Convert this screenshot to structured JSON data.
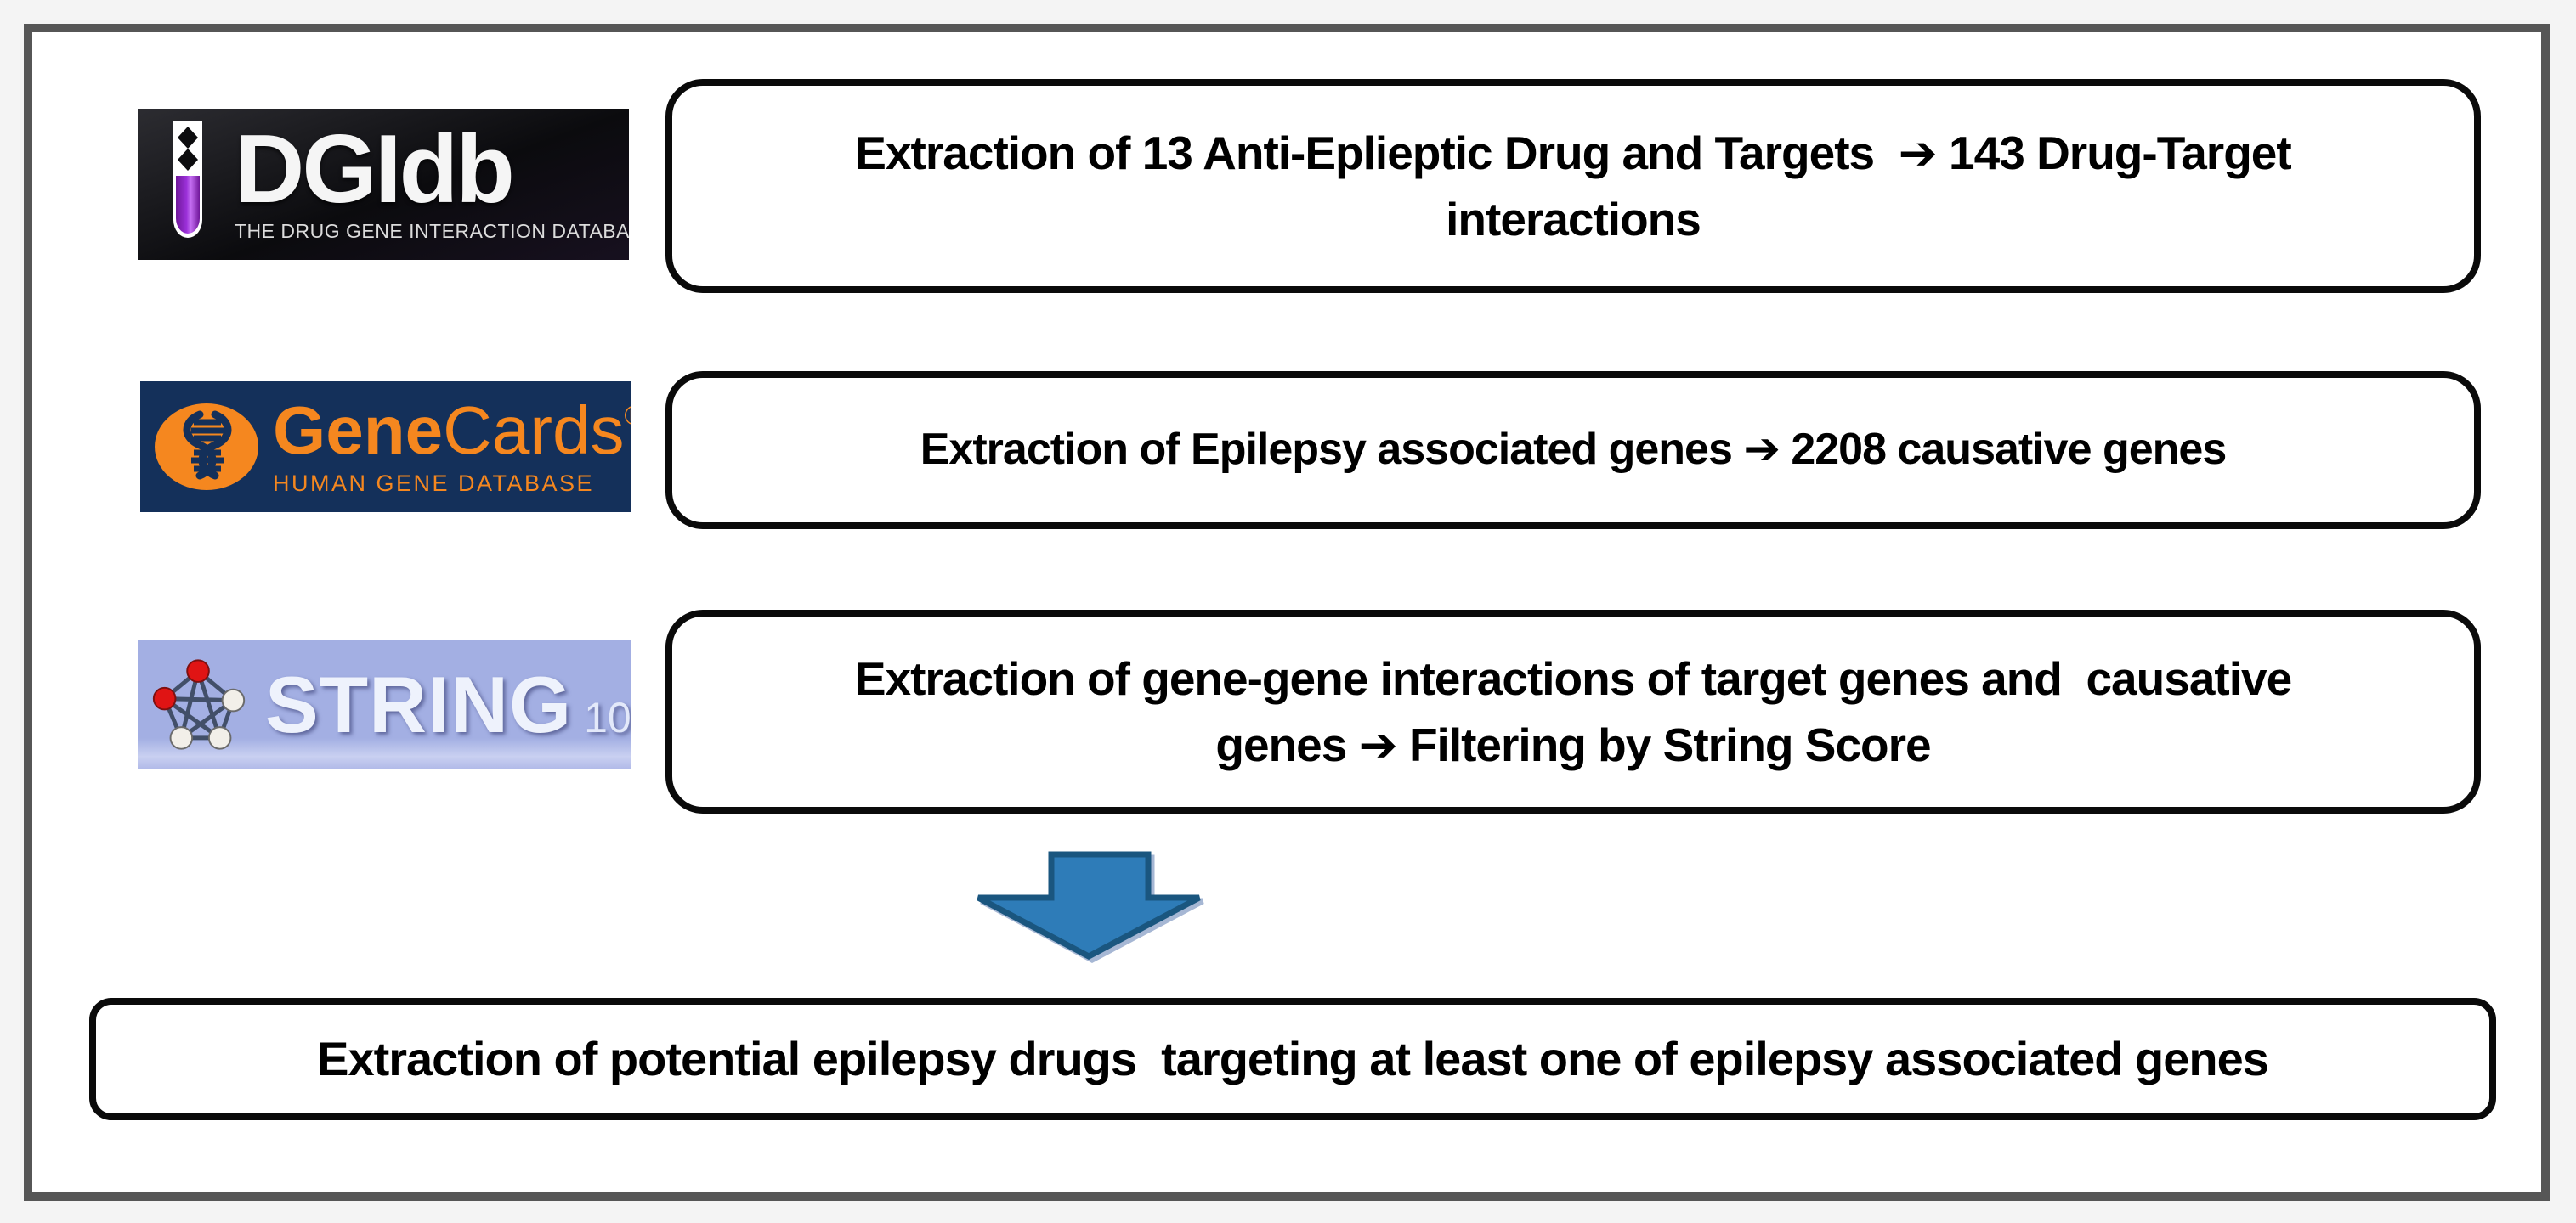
{
  "figure": {
    "rows": [
      {
        "logo": {
          "name": "DGIdb",
          "title": "DGIdb",
          "subtitle": "THE DRUG GENE INTERACTION DATABASE"
        },
        "box_text": "Extraction of 13 Anti-Eplieptic Drug and Targets  ➔ 143 Drug-Target\ninteractions"
      },
      {
        "logo": {
          "name": "GeneCards",
          "title_bold": "Gene",
          "title_light": "Cards",
          "registered_mark": "®",
          "subtitle": "HUMAN GENE DATABASE"
        },
        "box_text": "Extraction of Epilepsy associated genes ➔ 2208 causative genes"
      },
      {
        "logo": {
          "name": "STRING",
          "title": "STRING",
          "version": "10"
        },
        "box_text": "Extraction of gene-gene interactions of target genes and  causative\ngenes ➔ Filtering by String Score"
      }
    ],
    "final_box_text": "Extraction of potential epilepsy drugs  targeting at least one of epilepsy associated genes",
    "colors": {
      "box_border": "#0a0a0a",
      "frame_border": "#565656",
      "arrow_fill": "#2e7cb8",
      "arrow_stroke": "#1a567f",
      "dgidb_purple": "#9b30d9",
      "genecards_bg": "#14305a",
      "genecards_orange": "#f5871f",
      "string_bg": "#a3afe3"
    }
  }
}
